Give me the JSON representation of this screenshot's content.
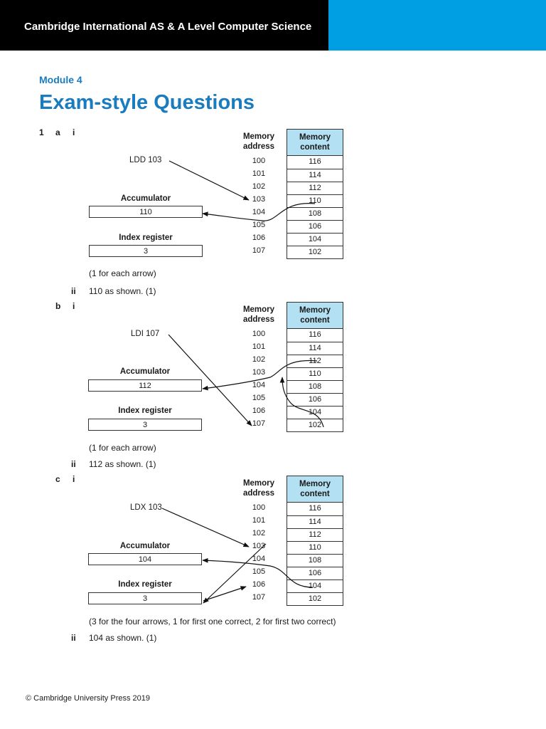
{
  "header": {
    "title": "Cambridge International AS & A Level Computer Science"
  },
  "module": "Module 4",
  "heading": "Exam-style Questions",
  "labels": {
    "q1": "1",
    "a": "a",
    "b": "b",
    "c": "c",
    "i": "i",
    "ii": "ii"
  },
  "diagrams": [
    {
      "instruction": "LDD 103",
      "accumulator_label": "Accumulator",
      "accumulator_value": "110",
      "index_label": "Index register",
      "index_value": "3",
      "addr_header": "Memory address",
      "content_header": "Memory content",
      "addresses": [
        "100",
        "101",
        "102",
        "103",
        "104",
        "105",
        "106",
        "107"
      ],
      "contents": [
        "116",
        "114",
        "112",
        "110",
        "108",
        "106",
        "104",
        "102"
      ],
      "mark_note": "(1 for each arrow)",
      "answer": "110 as shown. (1)"
    },
    {
      "instruction": "LDI 107",
      "accumulator_label": "Accumulator",
      "accumulator_value": "112",
      "index_label": "Index register",
      "index_value": "3",
      "addr_header": "Memory address",
      "content_header": "Memory content",
      "addresses": [
        "100",
        "101",
        "102",
        "103",
        "104",
        "105",
        "106",
        "107"
      ],
      "contents": [
        "116",
        "114",
        "112",
        "110",
        "108",
        "106",
        "104",
        "102"
      ],
      "mark_note": "(1 for each arrow)",
      "answer": "112 as shown. (1)"
    },
    {
      "instruction": "LDX 103",
      "accumulator_label": "Accumulator",
      "accumulator_value": "104",
      "index_label": "Index register",
      "index_value": "3",
      "addr_header": "Memory address",
      "content_header": "Memory content",
      "addresses": [
        "100",
        "101",
        "102",
        "103",
        "104",
        "105",
        "106",
        "107"
      ],
      "contents": [
        "116",
        "114",
        "112",
        "110",
        "108",
        "106",
        "104",
        "102"
      ],
      "mark_note": "(3 for the four arrows, 1 for first one correct, 2 for first two correct)",
      "answer": "104 as shown. (1)"
    }
  ],
  "footer": "© Cambridge University Press 2019"
}
